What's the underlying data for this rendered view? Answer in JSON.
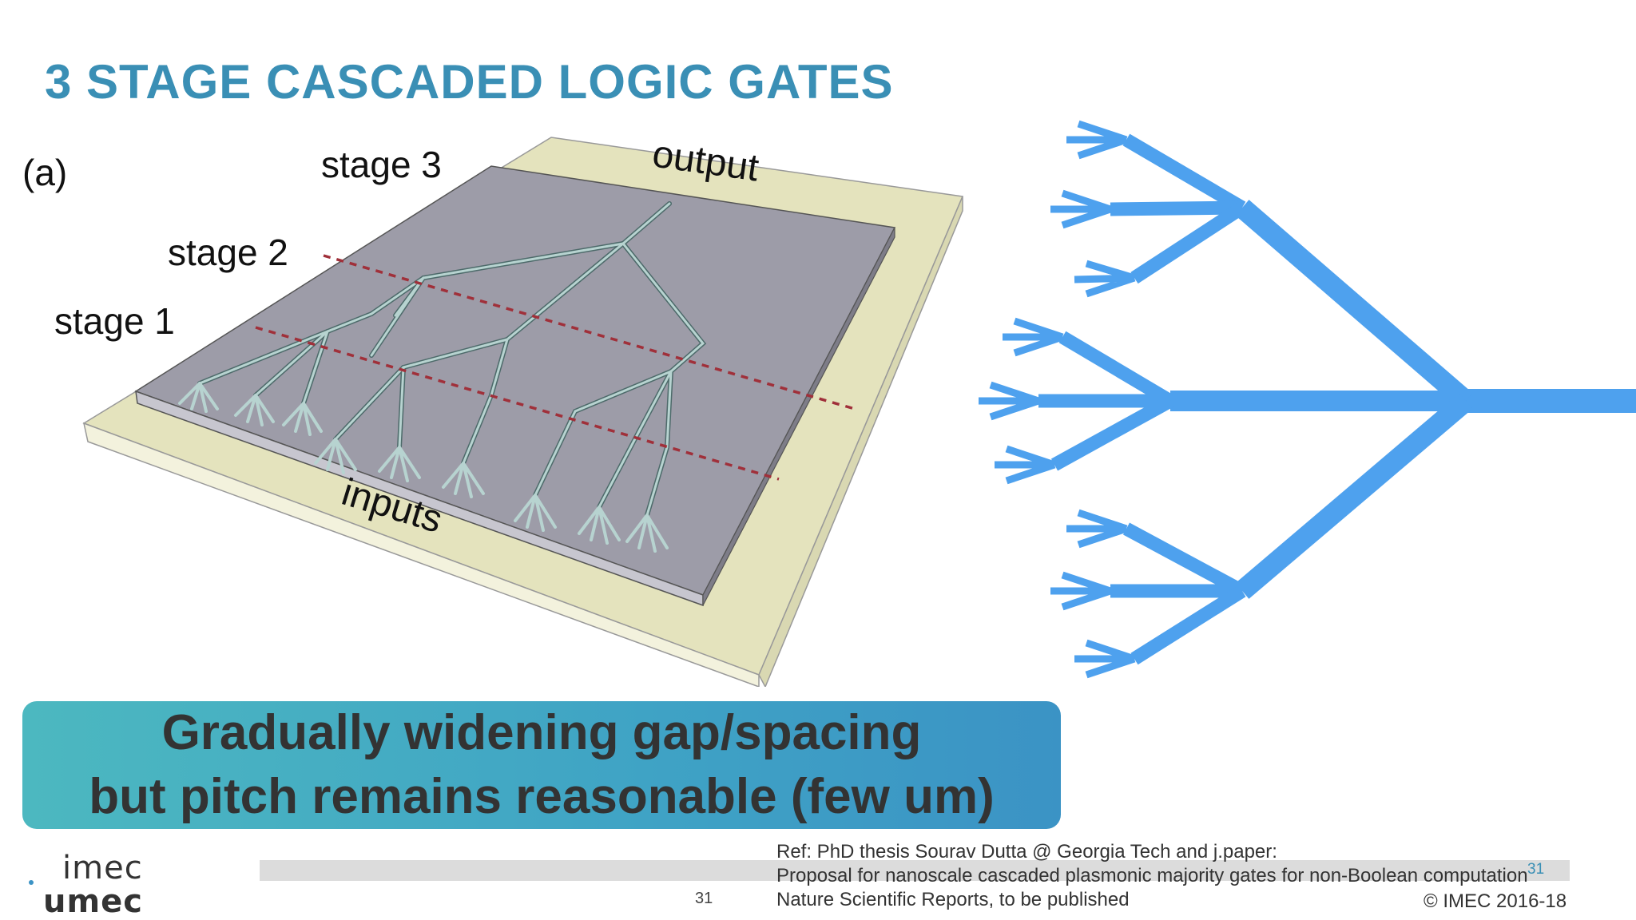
{
  "slide": {
    "title": "3 STAGE CASCADED LOGIC GATES"
  },
  "figure": {
    "panel_label": "(a)",
    "stage3": "stage 3",
    "stage2": "stage 2",
    "stage1": "stage 1",
    "output": "output",
    "inputs": "inputs"
  },
  "banner": {
    "line1": "Gradually widening gap/spacing",
    "line2": "but pitch remains reasonable (few um)"
  },
  "footer": {
    "logo_top": "imec",
    "logo_bottom": "umec",
    "page_center": "31",
    "page_right": "31",
    "ref_line1": "Ref: PhD thesis Sourav Dutta @ Georgia Tech and j.paper:",
    "ref_line2": "Proposal for nanoscale cascaded plasmonic majority gates for non-Boolean computation",
    "ref_line3": "Nature Scientific Reports, to be published",
    "copyright": "© IMEC 2016-18"
  },
  "colors": {
    "title": "#3a8fb5",
    "banner_start": "#4cb8c0",
    "banner_end": "#3b93c5",
    "tree": "#4ea1ee",
    "chip_top": "#9d9ca8",
    "substrate": "#e4e3bd"
  }
}
